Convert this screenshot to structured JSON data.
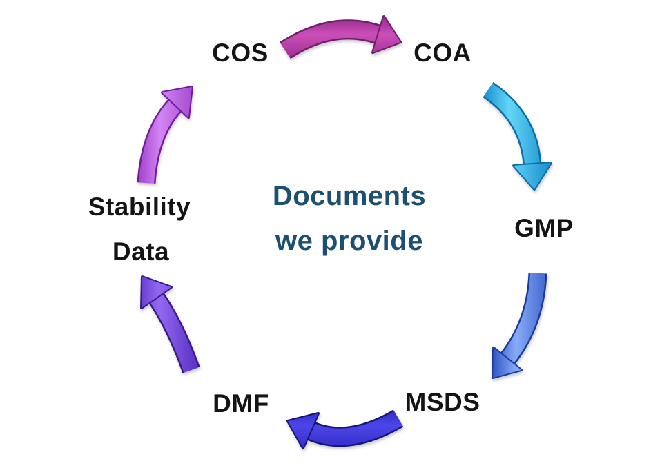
{
  "background": "#ffffff",
  "title": {
    "line1": "Documents",
    "line2": "we provide",
    "color": "#1d4f70"
  },
  "labels": {
    "cos": "COS",
    "coa": "COA",
    "gmp": "GMP",
    "msds": "MSDS",
    "dmf": "DMF",
    "stability_line1": "Stability",
    "stability_line2": "Data"
  },
  "arrows": [
    {
      "name": "cos-to-coa",
      "from": "COS",
      "to": "COA",
      "direction": "right",
      "edge": "#93288a",
      "mid": "#cb4fb8",
      "outline": "#6f1d68"
    },
    {
      "name": "coa-to-gmp",
      "from": "COA",
      "to": "GMP",
      "direction": "down-right",
      "edge": "#1489c9",
      "mid": "#64d6f8",
      "outline": "#0d6da6"
    },
    {
      "name": "gmp-to-msds",
      "from": "GMP",
      "to": "MSDS",
      "direction": "down-left",
      "edge": "#2b50c5",
      "mid": "#87acf6",
      "outline": "#1c3a96"
    },
    {
      "name": "msds-to-dmf",
      "from": "MSDS",
      "to": "DMF",
      "direction": "left",
      "edge": "#2a23bd",
      "mid": "#4d46e8",
      "outline": "#181277"
    },
    {
      "name": "dmf-to-stability",
      "from": "DMF",
      "to": "Stability Data",
      "direction": "up-left",
      "edge": "#4f28bd",
      "mid": "#9468f0",
      "outline": "#371b85"
    },
    {
      "name": "stability-to-cos",
      "from": "Stability Data",
      "to": "COS",
      "direction": "up-right",
      "edge": "#9433c4",
      "mid": "#d285f3",
      "outline": "#701f96"
    }
  ]
}
